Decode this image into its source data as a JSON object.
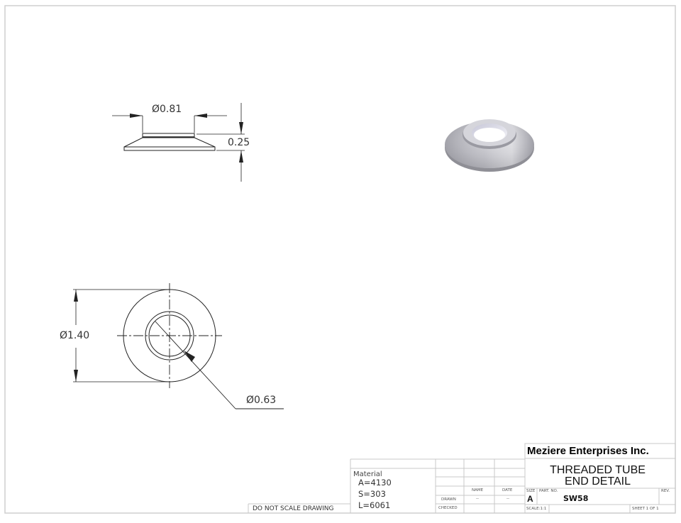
{
  "drawing": {
    "views": {
      "side_view": {
        "diameter_label": "Ø0.81",
        "height_label": "0.25"
      },
      "top_view": {
        "outer_diameter_label": "Ø1.40",
        "inner_diameter_label": "Ø0.63"
      },
      "isometric_view": {
        "description": "3D shaded washer/flange"
      }
    },
    "note": "DO NOT SCALE DRAWING"
  },
  "title_block": {
    "company": "Meziere Enterprises Inc.",
    "title_line1": "THREADED TUBE",
    "title_line2": "END DETAIL",
    "material_label": "Material",
    "materials": [
      "A=4130",
      "S=303",
      "L=6061"
    ],
    "headers": {
      "name": "NAME",
      "date": "DATE"
    },
    "rows": {
      "drawn_label": "DRAWN",
      "drawn_name": "--",
      "drawn_date": "--",
      "checked_label": "CHECKED"
    },
    "size_label": "SIZE",
    "size_value": "A",
    "part_no_label": "PART. NO.",
    "part_no": "SW58",
    "rev_label": "REV.",
    "scale": "SCALE:1:1",
    "sheet": "SHEET 1 OF 1"
  }
}
